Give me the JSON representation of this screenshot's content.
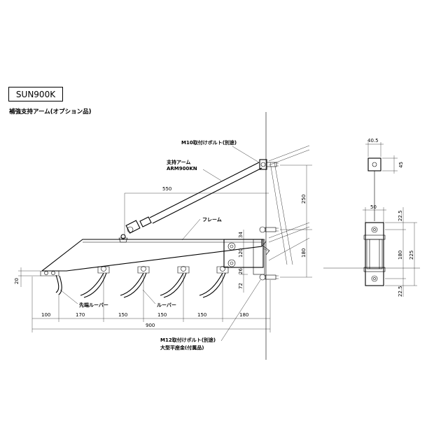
{
  "header": {
    "model": "SUN900K",
    "subtitle": "補強支持アーム(オプション品)"
  },
  "labels": {
    "m10_bolt": "M10取付けボルト(別途)",
    "support_arm_1": "支持アーム",
    "support_arm_2": "ARM900KN",
    "frame": "フレーム",
    "tip_louver": "先端ルーバー",
    "louver": "ルーバー",
    "m12_bolt": "M12取付けボルト(別途)",
    "flat_bracket": "大型平座金(付属品)"
  },
  "dimensions": {
    "arm_span": "550",
    "height_250": "250",
    "height_180": "180",
    "d34": "34",
    "d120": "120",
    "d26": "26",
    "d72": "72",
    "d20": "20",
    "bottom": [
      "100",
      "170",
      "150",
      "150",
      "150",
      "180"
    ],
    "total": "900",
    "detail_top_w": "40.5",
    "detail_top_h": "45",
    "detail_w50": "50",
    "detail_225a": "22.5",
    "detail_180": "180",
    "detail_225": "225",
    "detail_225b": "22.5"
  }
}
